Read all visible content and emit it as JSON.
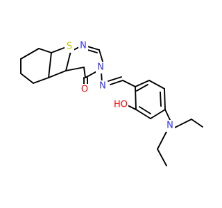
{
  "atoms": {
    "s1": {
      "text": "S",
      "color": "#C8C800"
    },
    "n_pyr": {
      "text": "N",
      "color": "#2F2FFF"
    },
    "n_ring": {
      "text": "N",
      "color": "#2F2FFF"
    },
    "n_imine": {
      "text": "N",
      "color": "#2F2FFF"
    },
    "o_carbonyl": {
      "text": "O",
      "color": "#FF0000"
    },
    "ho": {
      "text": "HO",
      "color": "#FF0000"
    },
    "n_amine": {
      "text": "N",
      "color": "#2F2FFF"
    }
  }
}
